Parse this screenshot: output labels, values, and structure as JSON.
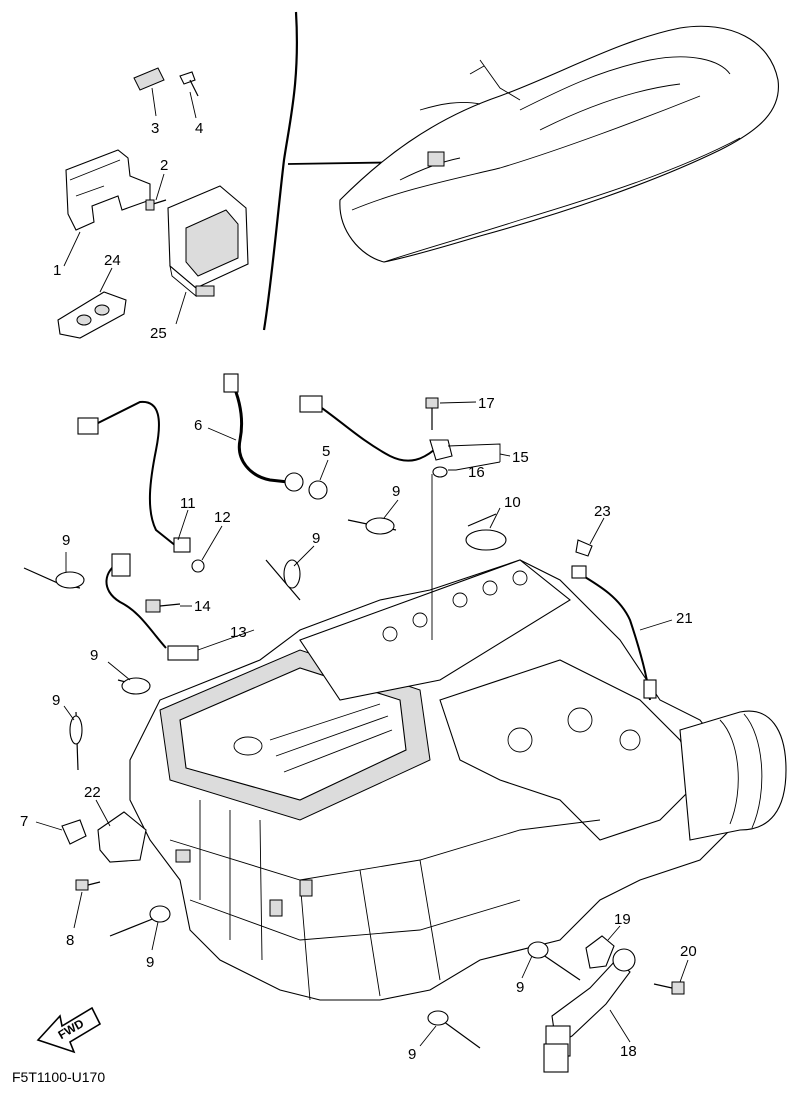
{
  "diagram_code": "F5T1100-U170",
  "fwd_label": "FWD",
  "callouts": {
    "c1": "1",
    "c2": "2",
    "c3": "3",
    "c4": "4",
    "c5": "5",
    "c6": "6",
    "c7": "7",
    "c8": "8",
    "c10": "10",
    "c11": "11",
    "c12": "12",
    "c13": "13",
    "c14": "14",
    "c15": "15",
    "c16": "16",
    "c17": "17",
    "c18": "18",
    "c19": "19",
    "c20": "20",
    "c21": "21",
    "c22": "22",
    "c23": "23",
    "c24": "24",
    "c25": "25",
    "c9a": "9",
    "c9b": "9",
    "c9c": "9",
    "c9d": "9",
    "c9e": "9",
    "c9f": "9",
    "c9g": "9",
    "c9h": "9"
  }
}
